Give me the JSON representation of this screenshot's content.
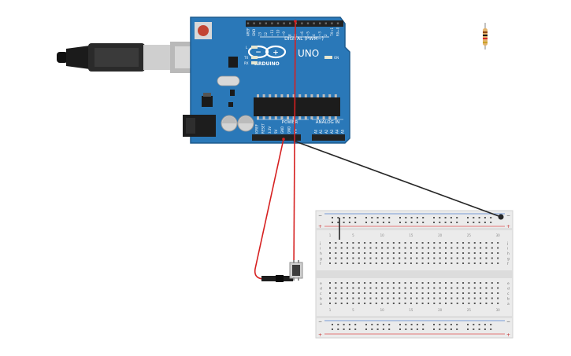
{
  "board": {
    "brand": "ARDUINO",
    "model": "UNO",
    "digital_label": "DIGITAL (PWM~)",
    "power_label": "POWER",
    "analog_label": "ANALOG IN",
    "led_l": "L",
    "led_tx": "TX",
    "led_rx": "RX",
    "on_label": "ON",
    "digital_pins": [
      "AREF",
      "GND",
      "13",
      "12",
      "~11",
      "~10",
      "~9",
      "8",
      "7",
      "~6",
      "~5",
      "4",
      "~3",
      "2",
      "TX→1",
      "RX←0"
    ],
    "power_pins": [
      "IOREF",
      "RESET",
      "3.3V",
      "5V",
      "GND",
      "GND",
      "Vin"
    ],
    "analog_pins": [
      "A0",
      "A1",
      "A2",
      "A3",
      "A4",
      "A5"
    ]
  },
  "breadboard": {
    "rail_minus": "−",
    "rail_plus": "+",
    "row_letters_top": [
      "j",
      "i",
      "h",
      "g",
      "f"
    ],
    "row_letters_bottom": [
      "e",
      "d",
      "c",
      "b",
      "a"
    ],
    "column_numbers": [
      "1",
      "5",
      "10",
      "15",
      "20",
      "25",
      "30"
    ]
  },
  "colors": {
    "board": "#2a78b8",
    "board_dark": "#1c5a8e",
    "header": "#222222",
    "wire_red": "#d62020",
    "wire_black": "#262626",
    "breadboard": "#ebebeb",
    "rail_red": "#e05050",
    "rail_blue": "#5080d0",
    "resistor_body": "#e2b36b"
  },
  "components": {
    "usb_cable_icon": "usb-cable-icon",
    "button_icon": "pushbutton-icon",
    "resistor_icon": "resistor-icon"
  }
}
